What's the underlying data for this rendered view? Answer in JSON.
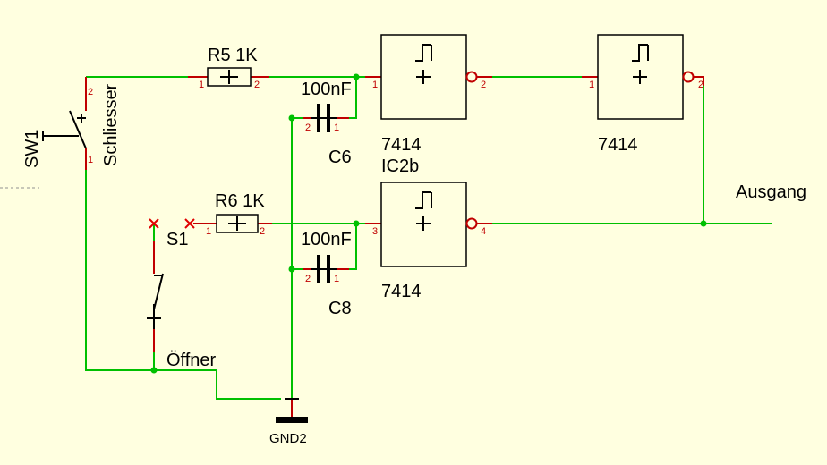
{
  "components": {
    "sw1": {
      "ref": "SW1",
      "type": "Schliesser",
      "pin_a": "2",
      "pin_b": "1"
    },
    "r5": {
      "label": "R5 1K",
      "pin_a": "1",
      "pin_b": "2"
    },
    "r6": {
      "label": "R6 1K",
      "pin_a": "1",
      "pin_b": "2"
    },
    "c6": {
      "value": "100nF",
      "ref": "C6",
      "pin_a": "2",
      "pin_b": "1"
    },
    "c8": {
      "value": "100nF",
      "ref": "C8",
      "pin_a": "2",
      "pin_b": "1"
    },
    "s1": {
      "ref": "S1",
      "type": "Öffner"
    },
    "gate1": {
      "part": "7414",
      "name": "IC2b",
      "pin_in": "1",
      "pin_out": "2"
    },
    "gate2": {
      "part": "7414",
      "pin_in": "1",
      "pin_out": "2"
    },
    "gate3": {
      "part": "7414",
      "pin_in": "3",
      "pin_out": "4"
    },
    "gnd": {
      "label": "GND2"
    }
  },
  "output": {
    "label": "Ausgang"
  },
  "colors": {
    "background": "#FFFFE0",
    "wire": "#00C000",
    "pin": "#C00000",
    "symbol": "#000000",
    "unconnected": "#E00000"
  }
}
